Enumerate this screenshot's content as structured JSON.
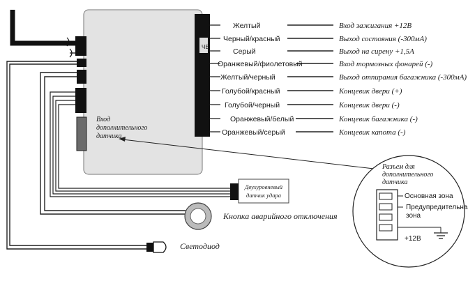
{
  "wires": [
    {
      "color": "Желтый",
      "function": "Вход зажигания +12В"
    },
    {
      "color": "Черный/красный",
      "function": "Выход состояния (-300мА)"
    },
    {
      "color": "Серый",
      "function": "Выход на сирену +1,5А"
    },
    {
      "color": "Оранжевый/фиолетовый",
      "function": "Вход тормозных фонарей (-)"
    },
    {
      "color": "Желтый/черный",
      "function": "Выход отпирания багажника (-300мА)"
    },
    {
      "color": "Голубой/красный",
      "function": "Концевик двери (+)"
    },
    {
      "color": "Голубой/черный",
      "function": "Концевик двери (-)"
    },
    {
      "color": "Оранжевый/белый",
      "function": "Концевик багажника (-)"
    },
    {
      "color": "Оранжевый/серый",
      "function": "Концевик капота (-)"
    }
  ],
  "aux_input_label": [
    "Вход",
    "дополнительного",
    "датчика"
  ],
  "shock_sensor_label": [
    "Двухуровневый",
    "датчик удара"
  ],
  "emergency_button_label": "Кнопка аварийного отключения",
  "led_label": "Светодиод",
  "connector": {
    "title": [
      "Разъем для",
      "дополнительного",
      "датчика"
    ],
    "main_zone": "Основная зона",
    "warning_zone": [
      "Предупредительная",
      "зона"
    ],
    "power": "+12В"
  }
}
